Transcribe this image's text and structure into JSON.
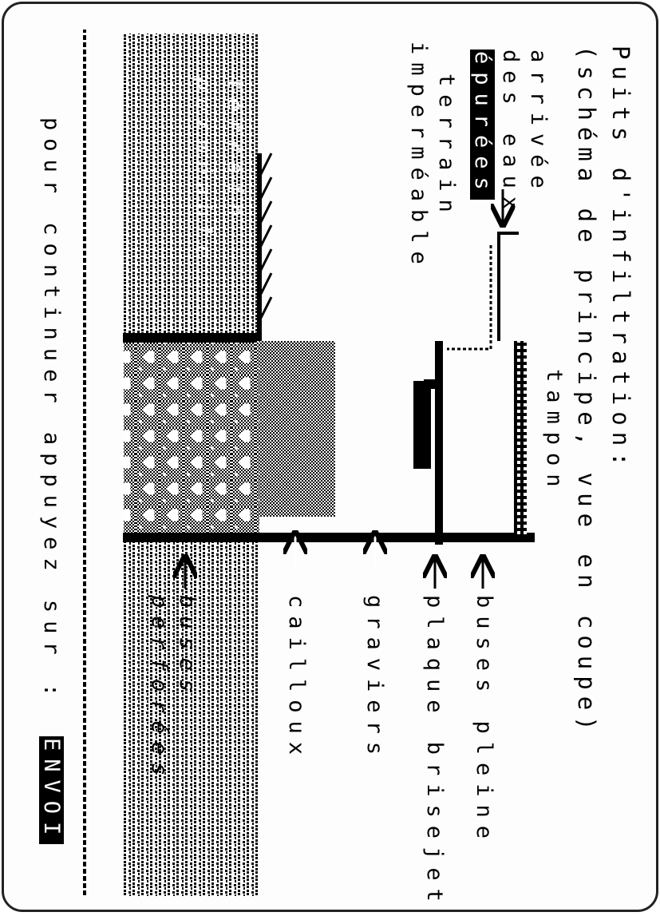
{
  "title": "Puits d'infiltration:",
  "subtitle": "(schéma de principe, vue en coupe)",
  "labels": {
    "inlet_line1": "arrivée",
    "inlet_line2": "des eaux",
    "inlet_line3": "épurées",
    "impermeable_line1": "terrain",
    "impermeable_line2": "imperméable",
    "permeable_line1": "terrain",
    "permeable_line2": "perméable",
    "cover": "tampon",
    "solid_pipes": "buses pleine",
    "splash_plate": "plaque brisejet",
    "gravel": "graviers",
    "pebbles": "cailloux",
    "perforated_line1": "buses",
    "perforated_line2": "perforées"
  },
  "footer": {
    "prompt": "pour continuer appuyez sur :",
    "key": "ENVOI"
  },
  "colors": {
    "ink": "#000000",
    "paper": "#ffffff"
  }
}
